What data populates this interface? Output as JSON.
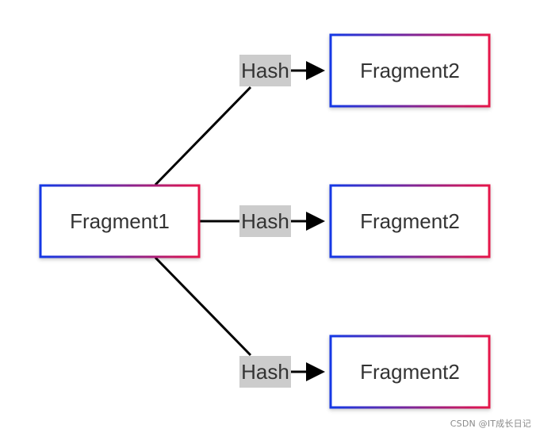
{
  "diagram": {
    "source_node": {
      "label": "Fragment1"
    },
    "edge_label": "Hash",
    "target_nodes": [
      {
        "label": "Fragment2"
      },
      {
        "label": "Fragment2"
      },
      {
        "label": "Fragment2"
      }
    ],
    "colors": {
      "gradient_start": "#1238e6",
      "gradient_end": "#e6144a",
      "edge": "#000000",
      "label_bg": "#cccccc",
      "text": "#333333"
    }
  },
  "watermark": "CSDN @IT成长日记"
}
